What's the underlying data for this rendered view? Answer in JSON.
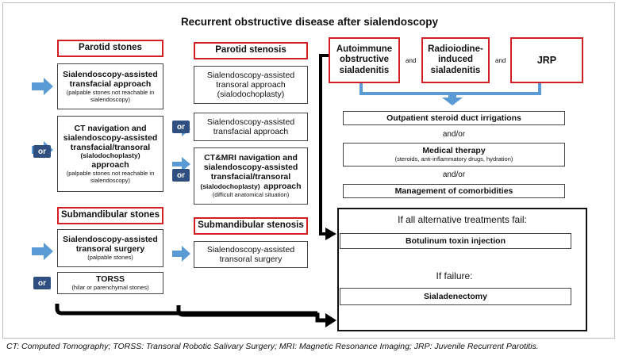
{
  "title": "Recurrent obstructive disease after sialendoscopy",
  "colors": {
    "accent_blue": "#5b9bd5",
    "red_border": "#d21f26",
    "or_badge": "#2e4f7f"
  },
  "parotid_stones": {
    "header": "Parotid stones",
    "box1_main": "Sialendoscopy-assisted transfacial approach",
    "box1_note": "(palpable stones not reachable in sialendoscopy)",
    "box2_main": "CT navigation and sialendoscopy-assisted transfacial/transoral",
    "box2_mid": "(sialodochoplasty)",
    "box2_approach": "approach",
    "box2_note": "(palpable stones not reachable in sialendoscopy)"
  },
  "parotid_stenosis": {
    "header": "Parotid stenosis",
    "box1_main": "Sialendoscopy-assisted transoral approach",
    "box1_paren": "(sialodochoplasty)",
    "box2_main": "Sialendoscopy-assisted transfacial approach",
    "box3_main": "CT&MRI navigation and sialendoscopy-assisted transfacial/transoral",
    "box3_mid": "(sialodochoplasty)",
    "box3_approach": "approach",
    "box3_note": "(difficult anatomical situation)"
  },
  "submandibular_stones": {
    "header": "Submandibular stones",
    "box1_main": "Sialendoscopy-assisted transoral surgery",
    "box1_note": "(palpable stones)",
    "box2_main": "TORSS",
    "box2_note": "(hilar or parenchymal stones)"
  },
  "submandibular_stenosis": {
    "header": "Submandibular stenosis",
    "box1_main": "Sialendoscopy-assisted transoral surgery"
  },
  "or_label": "or",
  "and_label": "and",
  "and_or_label": "and/or",
  "right": {
    "autoimmune": "Autoimmune obstructive sialadenitis",
    "radioiodine": "Radioiodine-induced sialadenitis",
    "jrp": "JRP",
    "steroid": "Outpatient steroid duct irrigations",
    "medical_main": "Medical therapy",
    "medical_note": "(steroids, anti-inflammatory drugs, hydration)",
    "comorbidities": "Management of comorbidities",
    "fail_all": "If all alternative treatments fail:",
    "botulinum": "Botulinum toxin injection",
    "if_failure": "If failure:",
    "sialadenectomy": "Sialadenectomy"
  },
  "footnote": "CT: Computed Tomography; TORSS: Transoral Robotic Salivary Surgery; MRI: Magnetic Resonance Imaging; JRP: Juvenile Recurrent Parotitis."
}
